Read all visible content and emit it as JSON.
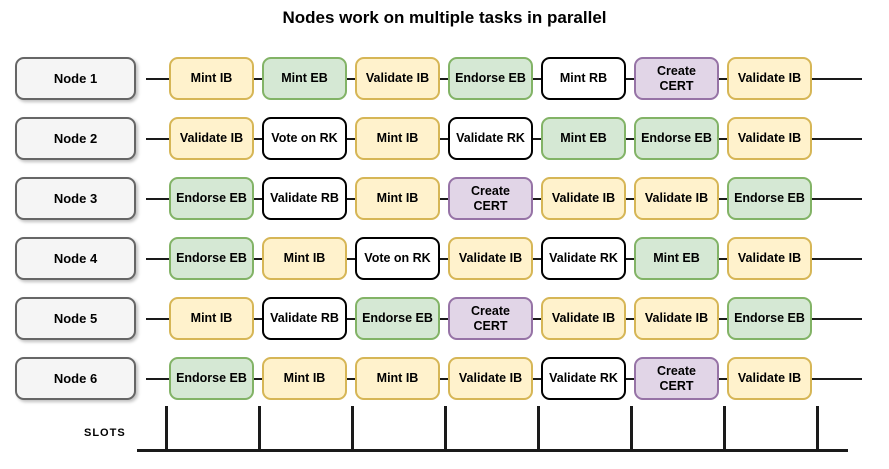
{
  "title": "Nodes work on multiple tasks in parallel",
  "slots_label": "SLOTS",
  "task_styles": {
    "yellow": {
      "fill": "#FFF2CC",
      "border": "#D6B656"
    },
    "green": {
      "fill": "#D5E8D4",
      "border": "#82B366"
    },
    "white": {
      "fill": "#FFFFFF",
      "border": "#000000"
    },
    "purple": {
      "fill": "#E1D5E7",
      "border": "#9673A6"
    }
  },
  "node_style": {
    "fill": "#F5F5F5",
    "border": "#666666"
  },
  "rows": [
    {
      "node": "Node 1",
      "tasks": [
        {
          "label": "Mint IB",
          "type": "yellow"
        },
        {
          "label": "Mint EB",
          "type": "green"
        },
        {
          "label": "Validate IB",
          "type": "yellow"
        },
        {
          "label": "Endorse EB",
          "type": "green"
        },
        {
          "label": "Mint RB",
          "type": "white"
        },
        {
          "label": "Create\nCERT",
          "type": "purple"
        },
        {
          "label": "Validate IB",
          "type": "yellow"
        }
      ]
    },
    {
      "node": "Node 2",
      "tasks": [
        {
          "label": "Validate IB",
          "type": "yellow"
        },
        {
          "label": "Vote on RK",
          "type": "white"
        },
        {
          "label": "Mint IB",
          "type": "yellow"
        },
        {
          "label": "Validate RK",
          "type": "white"
        },
        {
          "label": "Mint EB",
          "type": "green"
        },
        {
          "label": "Endorse EB",
          "type": "green"
        },
        {
          "label": "Validate IB",
          "type": "yellow"
        }
      ]
    },
    {
      "node": "Node 3",
      "tasks": [
        {
          "label": "Endorse EB",
          "type": "green"
        },
        {
          "label": "Validate RB",
          "type": "white"
        },
        {
          "label": "Mint IB",
          "type": "yellow"
        },
        {
          "label": "Create\nCERT",
          "type": "purple"
        },
        {
          "label": "Validate IB",
          "type": "yellow"
        },
        {
          "label": "Validate IB",
          "type": "yellow"
        },
        {
          "label": "Endorse EB",
          "type": "green"
        }
      ]
    },
    {
      "node": "Node 4",
      "tasks": [
        {
          "label": "Endorse EB",
          "type": "green"
        },
        {
          "label": "Mint IB",
          "type": "yellow"
        },
        {
          "label": "Vote on RK",
          "type": "white"
        },
        {
          "label": "Validate IB",
          "type": "yellow"
        },
        {
          "label": "Validate RK",
          "type": "white"
        },
        {
          "label": "Mint EB",
          "type": "green"
        },
        {
          "label": "Validate IB",
          "type": "yellow"
        }
      ]
    },
    {
      "node": "Node 5",
      "tasks": [
        {
          "label": "Mint IB",
          "type": "yellow"
        },
        {
          "label": "Validate RB",
          "type": "white"
        },
        {
          "label": "Endorse EB",
          "type": "green"
        },
        {
          "label": "Create\nCERT",
          "type": "purple"
        },
        {
          "label": "Validate IB",
          "type": "yellow"
        },
        {
          "label": "Validate IB",
          "type": "yellow"
        },
        {
          "label": "Endorse EB",
          "type": "green"
        }
      ]
    },
    {
      "node": "Node 6",
      "tasks": [
        {
          "label": "Endorse EB",
          "type": "green"
        },
        {
          "label": "Mint IB",
          "type": "yellow"
        },
        {
          "label": "Mint IB",
          "type": "yellow"
        },
        {
          "label": "Validate IB",
          "type": "yellow"
        },
        {
          "label": "Validate RK",
          "type": "white"
        },
        {
          "label": "Create\nCERT",
          "type": "purple"
        },
        {
          "label": "Validate IB",
          "type": "yellow"
        }
      ]
    }
  ]
}
